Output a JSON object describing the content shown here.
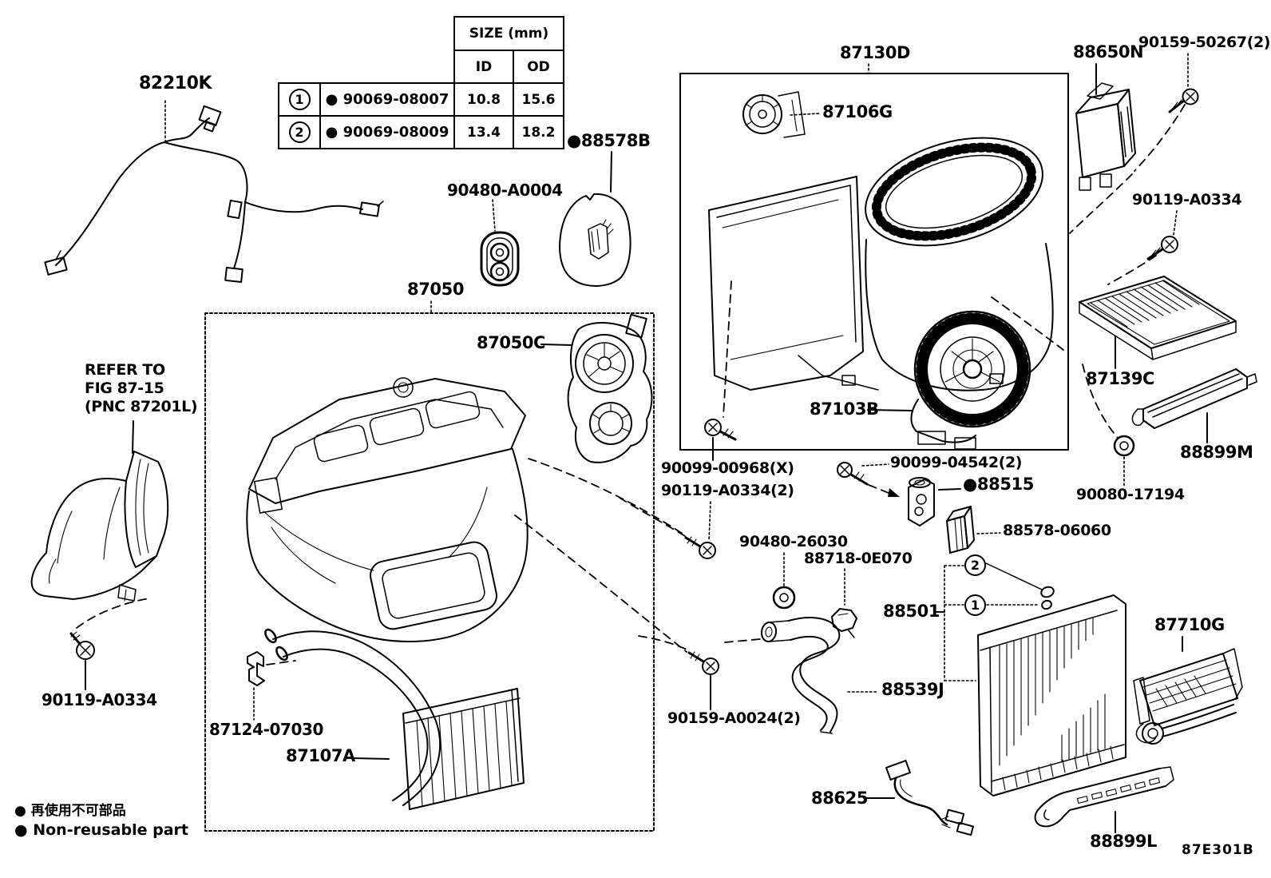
{
  "figure": {
    "code": "87E301B"
  },
  "legend": {
    "bullet": "●",
    "jp": "再使用不可部品",
    "en": "Non-reusable part"
  },
  "note": {
    "line1": "REFER TO",
    "line2": "FIG 87-15",
    "line3": "(PNC 87201L)"
  },
  "size_table": {
    "title": "SIZE (mm)",
    "col_id": "ID",
    "col_od": "OD",
    "rows": [
      {
        "no": "1",
        "part": "● 90069-08007",
        "id": "10.8",
        "od": "15.6"
      },
      {
        "no": "2",
        "part": "● 90069-08009",
        "id": "13.4",
        "od": "18.2"
      }
    ]
  },
  "markers": {
    "one": "1",
    "two": "2"
  },
  "colors": {
    "ink": "#000000",
    "background": "#ffffff"
  },
  "callouts": {
    "harness": "82210K",
    "seal_pouch": "●88578B",
    "grommet_a": "90480-A0004",
    "unit_assy": "87050",
    "servo_sub": "87050C",
    "pipe_clamp": "87124-07030",
    "heater_core": "87107A",
    "cooler_case": "87130D",
    "servo": "87106G",
    "blower_motor": "87103B",
    "amplifier": "88650N",
    "screw_a": "90159-50267(2)",
    "screw_b": "90119-A0334",
    "clean_filter": "87139C",
    "filter_cover": "88899M",
    "grommet_b": "90080-17194",
    "screw_c": "90099-00968(X)",
    "screw_d": "90119-A0334(2)",
    "screw_e": "90099-04542(2)",
    "exp_valve": "●88515",
    "holder": "88578-06060",
    "grommet_c": "90480-26030",
    "clamp": "88718-0E070",
    "evaporator": "88501",
    "hose": "88539J",
    "screw_f": "90159-A0024(2)",
    "quick_heater": "87710G",
    "wire": "88625",
    "lower_cover": "88899L",
    "screw_g": "90119-A0334"
  }
}
